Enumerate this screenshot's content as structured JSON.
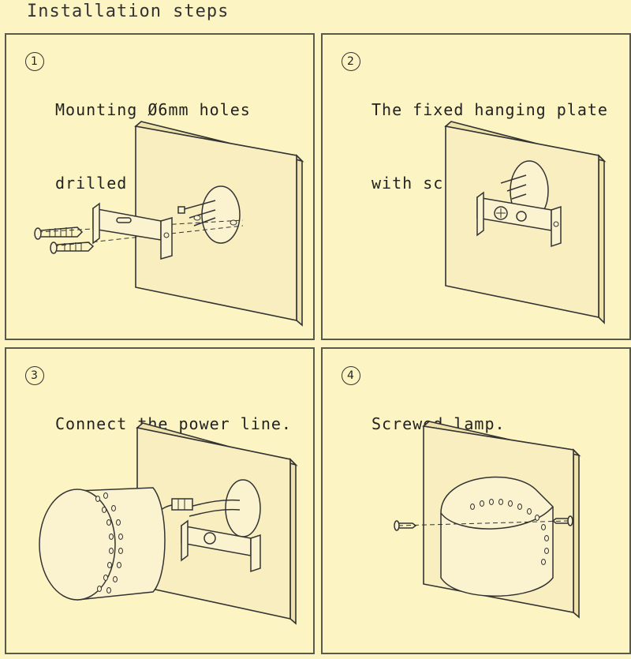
{
  "title": "Installation steps",
  "steps": [
    {
      "number": "1",
      "lines": [
        "Mounting Ø6mm holes",
        "drilled in the wall."
      ]
    },
    {
      "number": "2",
      "lines": [
        "The fixed hanging plate",
        "with screws."
      ]
    },
    {
      "number": "3",
      "lines": [
        "Connect the power line."
      ]
    },
    {
      "number": "4",
      "lines": [
        "Screwed lamp."
      ]
    }
  ]
}
